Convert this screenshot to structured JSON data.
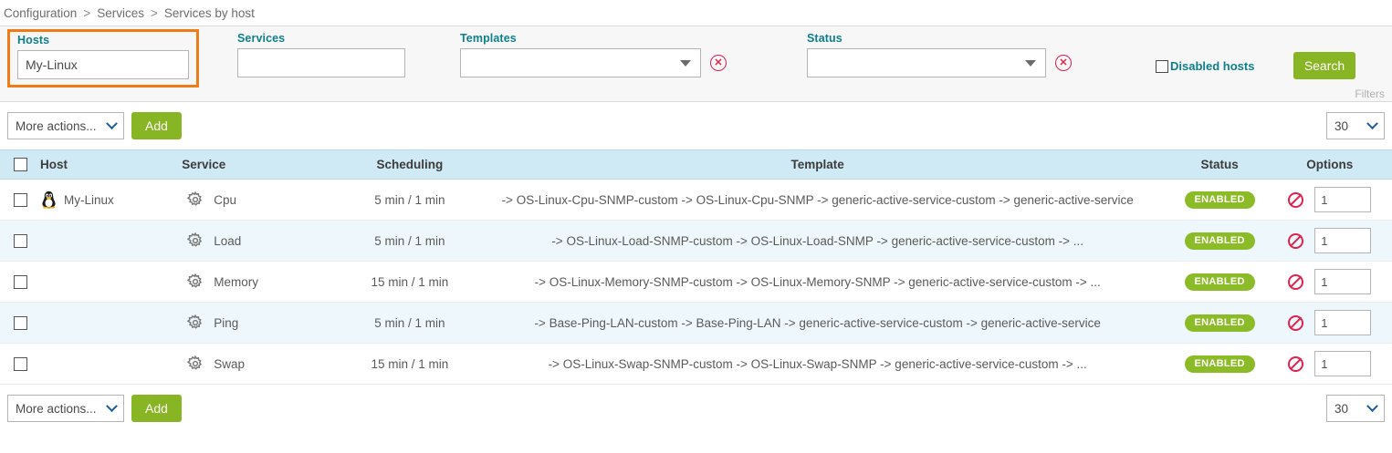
{
  "breadcrumb": {
    "items": [
      "Configuration",
      "Services",
      "Services by host"
    ],
    "separator": ">"
  },
  "filters": {
    "caption": "Filters",
    "hosts": {
      "label": "Hosts",
      "value": "My-Linux",
      "placeholder": ""
    },
    "services": {
      "label": "Services",
      "value": "",
      "placeholder": ""
    },
    "templates": {
      "label": "Templates",
      "value": "",
      "clear_icon": "clear-circle-icon"
    },
    "status": {
      "label": "Status",
      "value": "",
      "clear_icon": "clear-circle-icon"
    },
    "disabled_hosts": {
      "label": "Disabled hosts",
      "checked": false
    },
    "search_button": "Search",
    "highlight_color": "#ef7c16",
    "accent_color": "#0e7f8c",
    "button_color": "#88b524"
  },
  "toolbar": {
    "more_actions": "More actions...",
    "add_label": "Add",
    "page_size": "30"
  },
  "table": {
    "columns": [
      "Host",
      "Service",
      "Scheduling",
      "Template",
      "Status",
      "Options"
    ],
    "header_bg": "#cfeaf5",
    "rows": [
      {
        "host": "My-Linux",
        "host_icon": "linux-tux-icon",
        "service": "Cpu",
        "service_icon": "gear-icon",
        "scheduling": "5 min / 1 min",
        "template": "-> OS-Linux-Cpu-SNMP-custom -> OS-Linux-Cpu-SNMP -> generic-active-service-custom -> generic-active-service",
        "status": "ENABLED",
        "option_icon": "no-entry-icon",
        "option_value": "1"
      },
      {
        "host": "",
        "host_icon": "",
        "service": "Load",
        "service_icon": "gear-icon",
        "scheduling": "5 min / 1 min",
        "template": "-> OS-Linux-Load-SNMP-custom -> OS-Linux-Load-SNMP -> generic-active-service-custom -> ...",
        "status": "ENABLED",
        "option_icon": "no-entry-icon",
        "option_value": "1"
      },
      {
        "host": "",
        "host_icon": "",
        "service": "Memory",
        "service_icon": "gear-icon",
        "scheduling": "15 min / 1 min",
        "template": "-> OS-Linux-Memory-SNMP-custom -> OS-Linux-Memory-SNMP -> generic-active-service-custom -> ...",
        "status": "ENABLED",
        "option_icon": "no-entry-icon",
        "option_value": "1"
      },
      {
        "host": "",
        "host_icon": "",
        "service": "Ping",
        "service_icon": "gear-icon",
        "scheduling": "5 min / 1 min",
        "template": "-> Base-Ping-LAN-custom -> Base-Ping-LAN -> generic-active-service-custom -> generic-active-service",
        "status": "ENABLED",
        "option_icon": "no-entry-icon",
        "option_value": "1"
      },
      {
        "host": "",
        "host_icon": "",
        "service": "Swap",
        "service_icon": "gear-icon",
        "scheduling": "15 min / 1 min",
        "template": "-> OS-Linux-Swap-SNMP-custom -> OS-Linux-Swap-SNMP -> generic-active-service-custom -> ...",
        "status": "ENABLED",
        "option_icon": "no-entry-icon",
        "option_value": "1"
      }
    ]
  }
}
